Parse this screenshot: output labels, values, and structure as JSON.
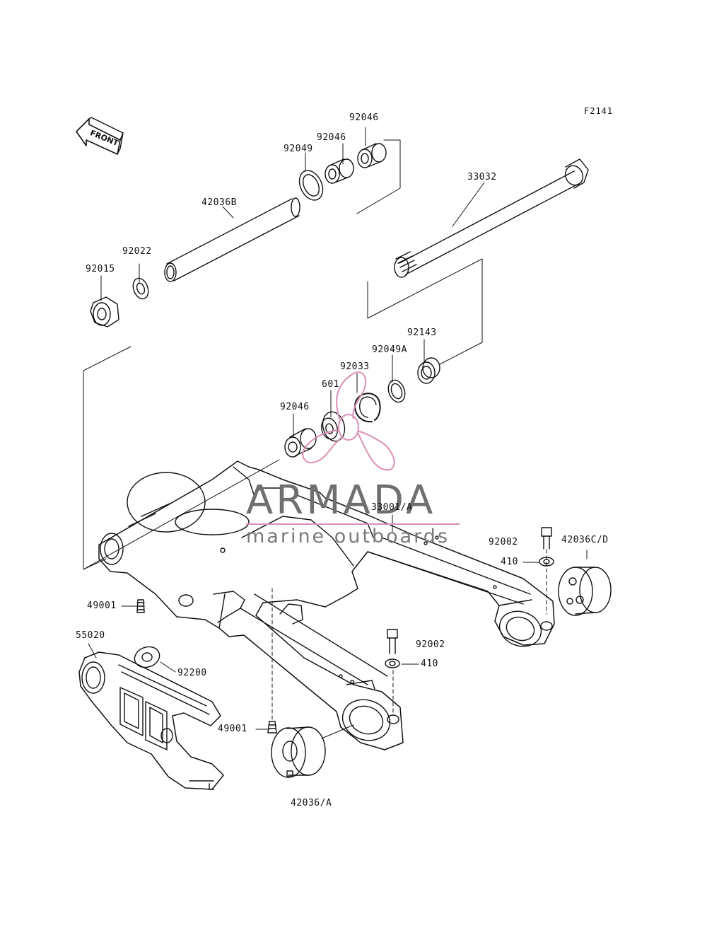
{
  "figure": {
    "id": "F2141"
  },
  "front_arrow": {
    "text": "FRONT"
  },
  "watermark": {
    "brand": "ARMADA",
    "tagline": "marine outboards",
    "accent": "#d98fb4"
  },
  "parts": [
    {
      "key": "p92046a",
      "number": "92046"
    },
    {
      "key": "p92046b",
      "number": "92046"
    },
    {
      "key": "p92049",
      "number": "92049"
    },
    {
      "key": "p33032",
      "number": "33032"
    },
    {
      "key": "p42036b",
      "number": "42036B"
    },
    {
      "key": "p92022",
      "number": "92022"
    },
    {
      "key": "p92015",
      "number": "92015"
    },
    {
      "key": "p92143",
      "number": "92143"
    },
    {
      "key": "p92049a",
      "number": "92049A"
    },
    {
      "key": "p92033",
      "number": "92033"
    },
    {
      "key": "p601",
      "number": "601"
    },
    {
      "key": "p92046c",
      "number": "92046"
    },
    {
      "key": "p33001a",
      "number": "33001/A"
    },
    {
      "key": "p92002a",
      "number": "92002"
    },
    {
      "key": "p42036cd",
      "number": "42036C/D"
    },
    {
      "key": "p410a",
      "number": "410"
    },
    {
      "key": "p49001a",
      "number": "49001"
    },
    {
      "key": "p55020",
      "number": "55020"
    },
    {
      "key": "p92200",
      "number": "92200"
    },
    {
      "key": "p92002b",
      "number": "92002"
    },
    {
      "key": "p410b",
      "number": "410"
    },
    {
      "key": "p49001b",
      "number": "49001"
    },
    {
      "key": "p42036a",
      "number": "42036/A"
    }
  ]
}
